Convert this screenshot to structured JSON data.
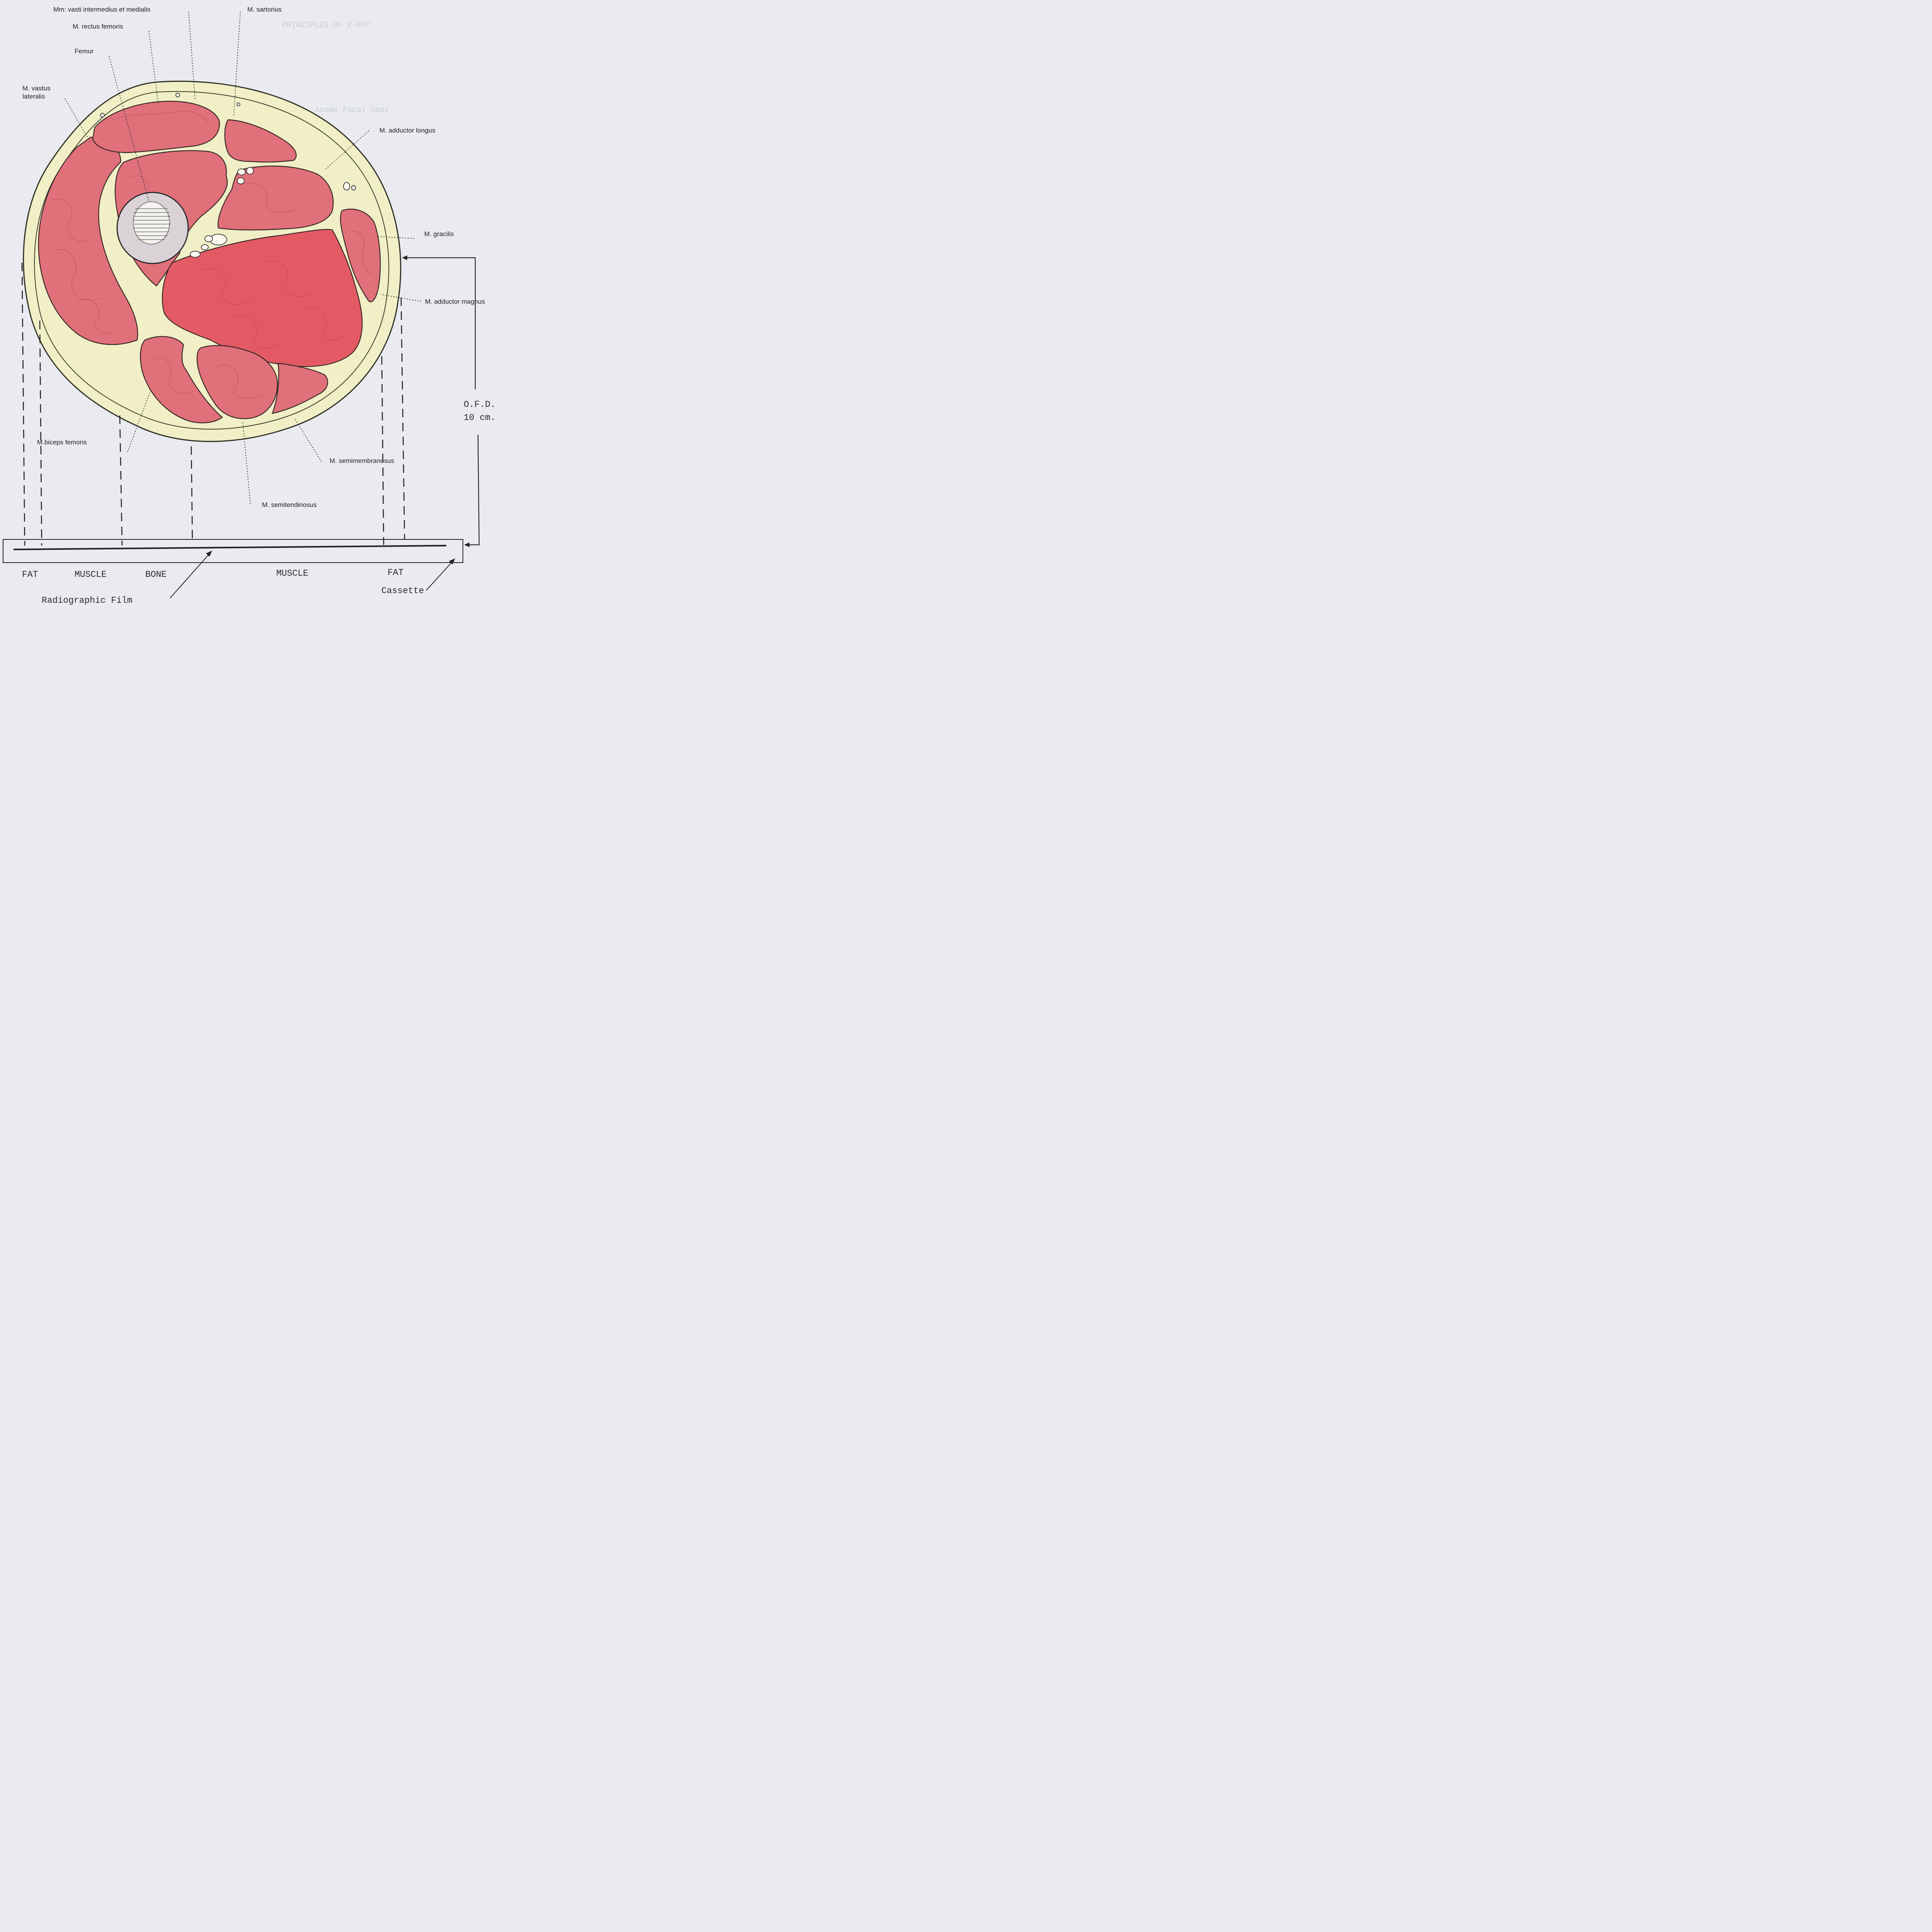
{
  "diagram": {
    "structure_labels": {
      "vasti": "Mm: vasti intermedius et medialis",
      "sartorius": "M. sartorius",
      "rectus_femoris": "M. rectus femoris",
      "femur": "Femur",
      "vastus_lateralis_1": "M. vastus",
      "vastus_lateralis_2": "lateralis",
      "adductor_longus": "M. adductor longus",
      "gracilis": "M. gracilis",
      "adductor_magnus": "M. adductor magnus",
      "biceps_femoris": "M.biceps femoris",
      "semimembranosus": "M. semimembranosus",
      "semitendinosus": "M. semitendinosus"
    },
    "ofd": {
      "line1": "O.F.D.",
      "line2": "10 cm."
    },
    "tissue_zones": {
      "fat_left": "FAT",
      "muscle_left": "MUSCLE",
      "bone": "BONE",
      "muscle_right": "MUSCLE",
      "fat_right": "FAT"
    },
    "film_label": "Radiographic Film",
    "cassette_label": "Cassette",
    "background_typewriting": {
      "line1": "PRINCIPLES OF X-RAY",
      "line2": "Anode Focal Spot"
    },
    "colors": {
      "paper": "#e9ebf0",
      "fat": "#f1efc6",
      "muscle": "#e0707a",
      "muscle_dark": "#e45a64",
      "bone_cortex": "#d9d2d6",
      "ink": "#222222"
    }
  }
}
